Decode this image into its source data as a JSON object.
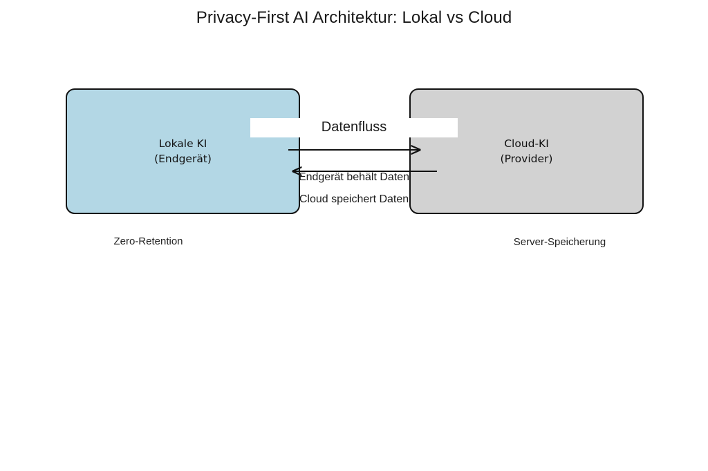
{
  "diagram": {
    "title": "Privacy-First AI Architektur: Lokal vs Cloud",
    "type": "flow-diagram",
    "background_color": "#ffffff",
    "nodes": [
      {
        "id": "local",
        "label": "Lokale KI\n(Endgerät)",
        "caption": "Zero-Retention",
        "fill_color": "#b3d7e5",
        "border_color": "#121212"
      },
      {
        "id": "cloud",
        "label": "Cloud-KI\n(Provider)",
        "caption": "Server-Speicherung",
        "fill_color": "#d2d2d2",
        "border_color": "#121212"
      }
    ],
    "edges": [
      {
        "id": "flow",
        "from": "local",
        "to": "cloud",
        "label": "Datenfluss",
        "direction": "right",
        "color": "#111111"
      },
      {
        "id": "retain",
        "from": "cloud",
        "to": "local",
        "label": "Endgerät behält Daten",
        "direction": "left",
        "color": "#111111"
      }
    ],
    "annotations": [
      {
        "id": "store",
        "label": "Cloud speichert Daten"
      }
    ]
  }
}
